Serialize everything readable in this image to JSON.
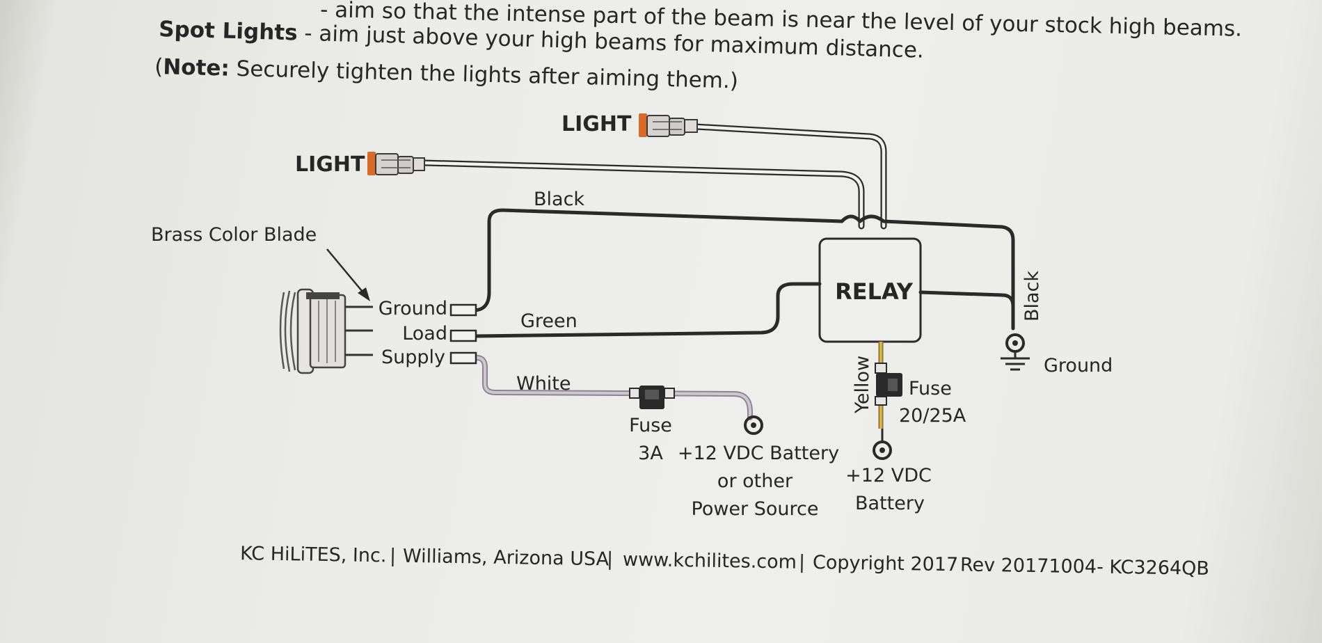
{
  "instructions": {
    "line1_rest": " - aim so that the intense part of the beam is near the level of your stock high beams.",
    "line2_bold": "Spot Lights",
    "line2_rest": " - aim just above your high beams for maximum distance.",
    "line3_open": "(",
    "line3_bold": "Note:",
    "line3_rest": " Securely tighten the lights after aiming them.)"
  },
  "diagram": {
    "light_top": "LIGHT",
    "light_left": "LIGHT",
    "wire_black_top": "Black",
    "wire_black_right": "Black",
    "wire_green": "Green",
    "wire_white": "White",
    "wire_yellow": "Yellow",
    "brass_note": "Brass Color Blade",
    "terminal_ground": "Ground",
    "terminal_load": "Load",
    "terminal_supply": "Supply",
    "relay": "RELAY",
    "ground": "Ground",
    "fuse_small_name": "Fuse",
    "fuse_small_rating": "3A",
    "fuse_large_name": "Fuse",
    "fuse_large_rating": "20/25A",
    "battery1_line1": "+12 VDC Battery",
    "battery1_line2": "or other",
    "battery1_line3": "Power Source",
    "battery2_line1": "+12 VDC",
    "battery2_line2": "Battery"
  },
  "footer": {
    "company": "KC HiLiTES, Inc.",
    "location": "Williams, Arizona USA",
    "website": "www.kchilites.com",
    "copyright": "Copyright 2017",
    "revision": "Rev 20171004- KC3264QB"
  },
  "colors": {
    "ink": "#262626",
    "yellow_wire": "#c9a43a",
    "white_wire": "#cfc6d2",
    "connector_orange": "#d96a28"
  }
}
